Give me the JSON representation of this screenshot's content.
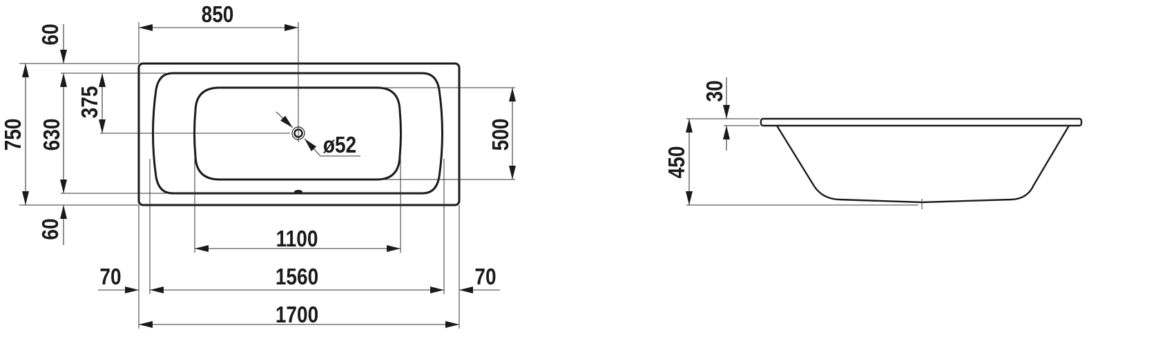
{
  "top_view": {
    "dimensions": {
      "drain_offset_x": "850",
      "rim_top": "60",
      "overall_width": "750",
      "inner_width": "630",
      "drain_offset_y": "375",
      "rim_bottom": "60",
      "basin_width": "500",
      "basin_length": "1100",
      "inner_length": "1560",
      "rim_left": "70",
      "rim_right": "70",
      "overall_length": "1700",
      "drain_diameter": "ø52"
    }
  },
  "side_view": {
    "dimensions": {
      "rim_thickness": "30",
      "height": "450"
    }
  },
  "colors": {
    "line": "#1a1a1a",
    "background": "#ffffff"
  }
}
